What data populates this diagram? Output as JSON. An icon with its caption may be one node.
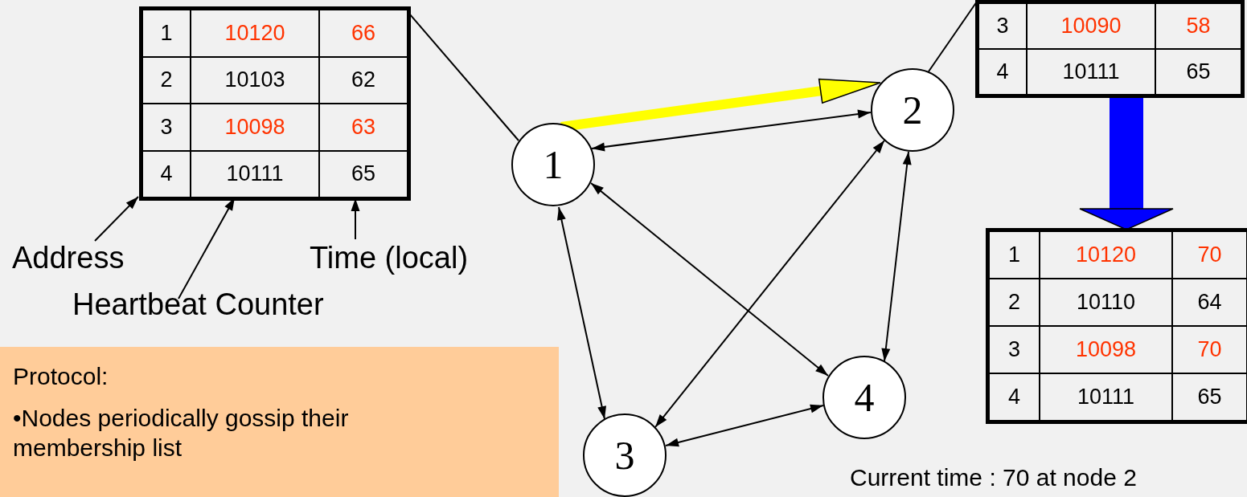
{
  "diagram": {
    "nodes": [
      {
        "text": [
          "1",
          "10120",
          "66",
          "2",
          "10103",
          "62",
          "3",
          "10098",
          "63",
          "4",
          "10111",
          "65"
        ]
      },
      {
        "text": [
          "3",
          "10090",
          "58",
          "4",
          "10111",
          "65"
        ]
      },
      {
        "text": [
          "1"
        ]
      },
      {
        "text": [
          "2"
        ]
      },
      {
        "text": [
          "Address"
        ]
      },
      {
        "text": [
          "Time (local)"
        ]
      },
      {
        "text": [
          "Heartbeat Counter"
        ]
      },
      {
        "text": [
          "1",
          "10120",
          "70",
          "2",
          "10110",
          "64",
          "3",
          "10098",
          "70",
          "4",
          "10111",
          "65"
        ]
      },
      {
        "text": [
          "Protocol:",
          "•Nodes periodically gossip their membership list"
        ]
      },
      {
        "text": [
          "4"
        ]
      },
      {
        "text": [
          "3"
        ]
      }
    ],
    "edges": [
      {
        "from": 0,
        "to": 2,
        "arrow": "none"
      },
      {
        "from": 1,
        "to": 3,
        "arrow": "none"
      },
      {
        "from": 2,
        "to": 3,
        "arrow": "to",
        "style": "thick",
        "color": "#ffff00"
      },
      {
        "from": 2,
        "to": 3,
        "arrow": "both"
      },
      {
        "from": 4,
        "to": 0,
        "arrow": "to"
      },
      {
        "from": 6,
        "to": 0,
        "arrow": "to"
      },
      {
        "from": 5,
        "to": 0,
        "arrow": "to"
      },
      {
        "from": 1,
        "to": 7,
        "arrow": "to",
        "style": "thick",
        "color": "#0000ff"
      },
      {
        "from": 2,
        "to": 10,
        "arrow": "both"
      },
      {
        "from": 2,
        "to": 9,
        "arrow": "both"
      },
      {
        "from": 3,
        "to": 10,
        "arrow": "both"
      },
      {
        "from": 3,
        "to": 9,
        "arrow": "both"
      },
      {
        "from": 10,
        "to": 9,
        "arrow": "both"
      }
    ],
    "labels": [
      "Current time : 70 at node 2"
    ]
  }
}
